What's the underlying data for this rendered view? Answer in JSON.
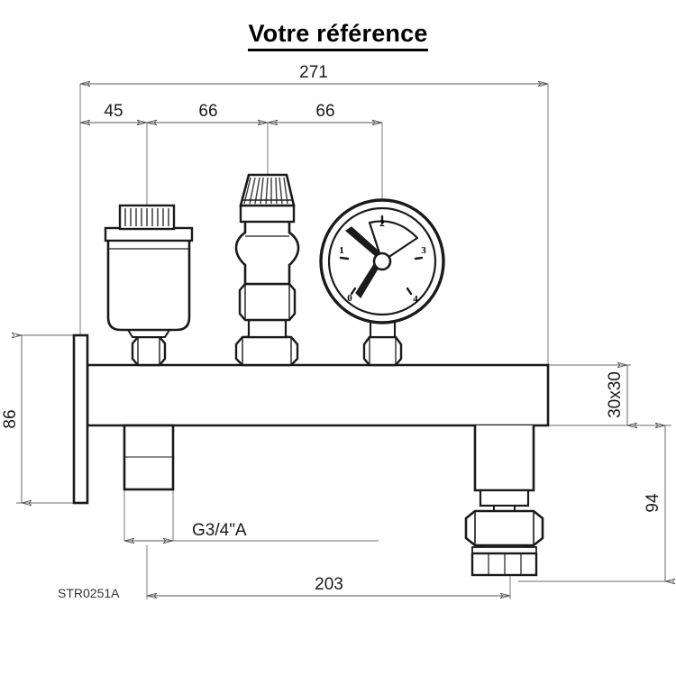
{
  "document": {
    "title": "Votre référence",
    "reference_code": "STR0251A",
    "drawing_type": "technical-dimension-drawing"
  },
  "dimensions": {
    "overall_width": "271",
    "segment_1": "45",
    "segment_2": "66",
    "segment_3": "66",
    "left_height": "86",
    "body_section": "30x30",
    "right_drop": "94",
    "bottom_width": "203"
  },
  "labels": {
    "thread_spec": "G3/4\"A"
  },
  "gauge": {
    "ticks": [
      "0",
      "1",
      "2",
      "3",
      "4"
    ],
    "name": "pressure-gauge"
  },
  "components": {
    "air_vent": "air-vent-valve",
    "safety_valve": "safety-relief-valve",
    "pressure_gauge": "pressure-gauge",
    "manifold": "manifold-body",
    "flange": "wall-flange-plate",
    "bottom_outlet": "bottom-threaded-outlet",
    "right_outlet": "right-union-outlet"
  },
  "colors": {
    "line": "#1a1a1a",
    "thin_line": "#555555",
    "background": "#ffffff",
    "hatch": "#4a4a4a"
  }
}
